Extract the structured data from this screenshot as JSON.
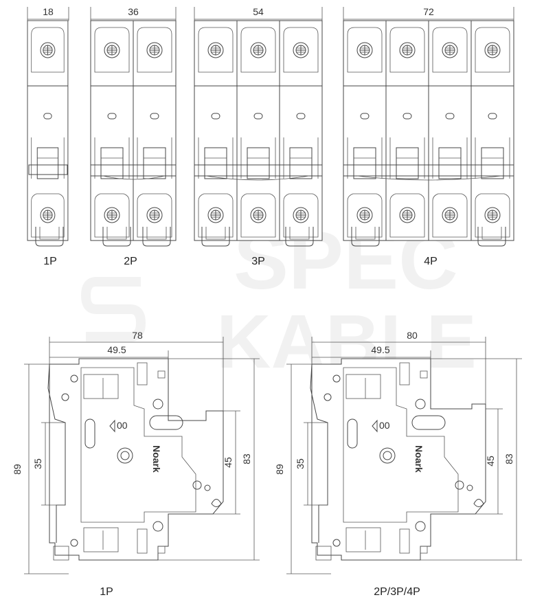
{
  "watermark": {
    "line1": "SPEC",
    "line2": "KABLE"
  },
  "front_views": [
    {
      "label": "1P",
      "width_dim": "18"
    },
    {
      "label": "2P",
      "width_dim": "36"
    },
    {
      "label": "3P",
      "width_dim": "54"
    },
    {
      "label": "4P",
      "width_dim": "72"
    }
  ],
  "side_views": [
    {
      "label": "1P",
      "depth_total": "78",
      "depth_front": "49.5",
      "height_total": "89",
      "rail": "35",
      "front_height": "45",
      "body_height": "83",
      "brand_text": "Noark"
    },
    {
      "label": "2P/3P/4P",
      "depth_total": "80",
      "depth_front": "49.5",
      "height_total": "89",
      "rail": "35",
      "front_height": "45",
      "body_height": "83",
      "brand_text": "Noark"
    }
  ]
}
